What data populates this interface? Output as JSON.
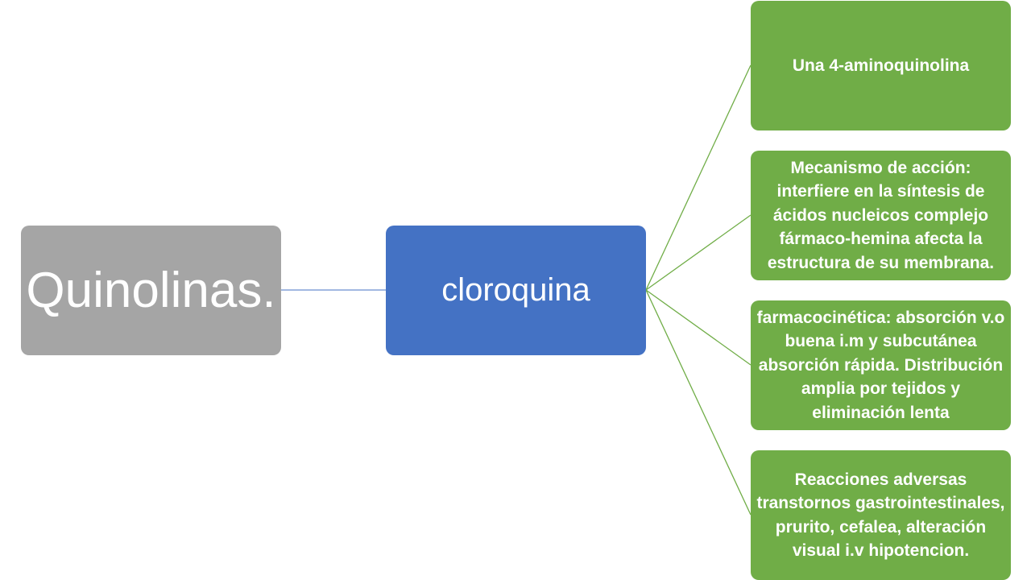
{
  "diagram": {
    "root": {
      "label": "Quinolinas."
    },
    "child": {
      "label": "cloroquina"
    },
    "leaves": [
      {
        "label": "Una 4-aminoquinolina"
      },
      {
        "label": "Mecanismo de acción: interfiere en la síntesis de ácidos nucleicos  complejo fármaco-hemina afecta la estructura de su membrana."
      },
      {
        "label": "farmacocinética: absorción v.o buena i.m y subcutánea absorción rápida. Distribución amplia por tejidos y eliminación lenta"
      },
      {
        "label": "Reacciones adversas transtornos gastrointestinales, prurito, cefalea, alteración visual  i.v hipotencion."
      }
    ],
    "colors": {
      "root": "#a5a5a5",
      "child": "#4472c4",
      "leaf": "#70ad47",
      "root_connector": "#4472c4",
      "leaf_connector": "#70ad47",
      "text": "#ffffff"
    }
  }
}
